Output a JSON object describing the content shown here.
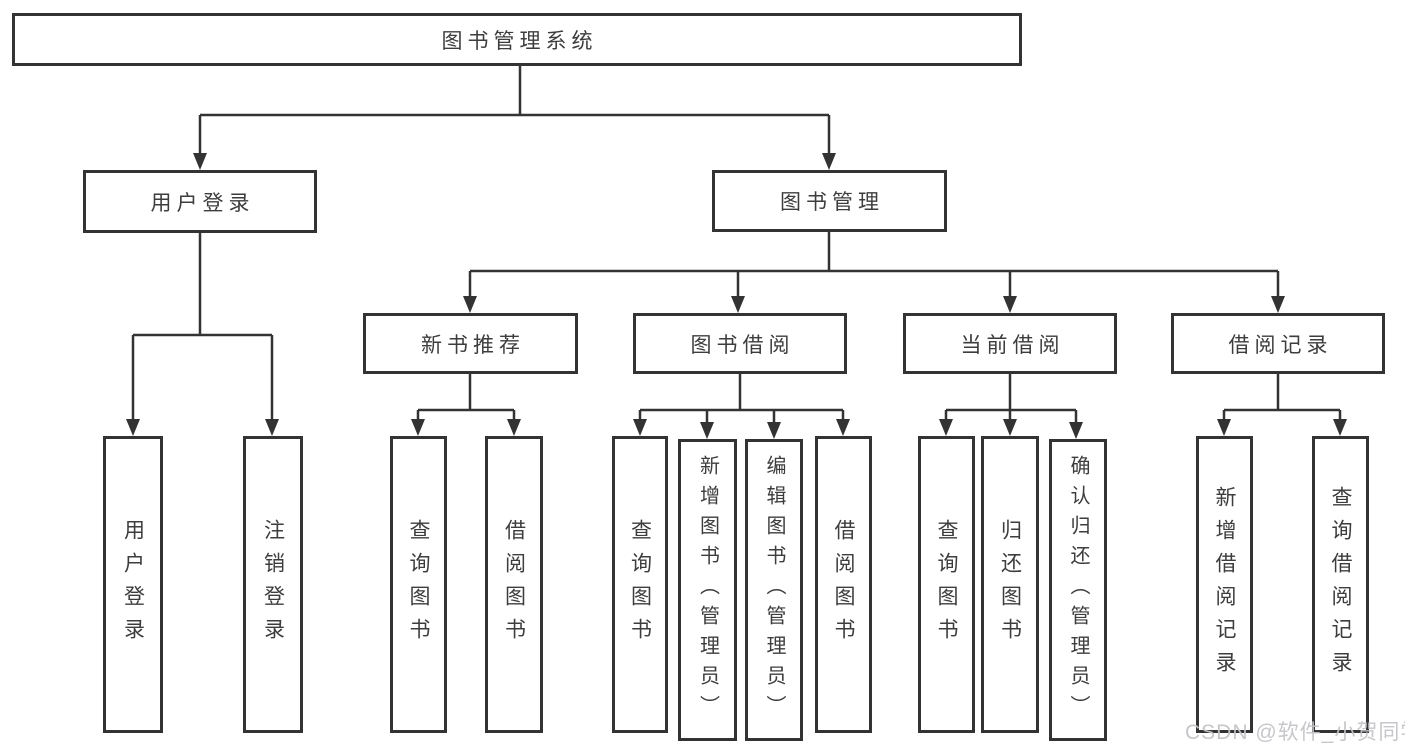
{
  "diagram": {
    "root": {
      "label": "图书管理系统"
    },
    "level2": [
      {
        "label": "用户登录"
      },
      {
        "label": "图书管理"
      }
    ],
    "level3": [
      {
        "label": "新书推荐"
      },
      {
        "label": "图书借阅"
      },
      {
        "label": "当前借阅"
      },
      {
        "label": "借阅记录"
      }
    ],
    "leaves": {
      "login": [
        {
          "label": "用户登录"
        },
        {
          "label": "注销登录"
        }
      ],
      "recommend": [
        {
          "label": "查询图书"
        },
        {
          "label": "借阅图书"
        }
      ],
      "borrow": [
        {
          "label": "查询图书"
        },
        {
          "label": "新增图书（管理员）"
        },
        {
          "label": "编辑图书（管理员）"
        },
        {
          "label": "借阅图书"
        }
      ],
      "current": [
        {
          "label": "查询图书"
        },
        {
          "label": "归还图书"
        },
        {
          "label": "确认归还（管理员）"
        }
      ],
      "records": [
        {
          "label": "新增借阅记录"
        },
        {
          "label": "查询借阅记录"
        }
      ]
    }
  },
  "watermark": {
    "text": "CSDN @软件_小贺同学"
  },
  "colors": {
    "line": "#333333",
    "text": "#3d3d3d",
    "watermark": "#c4c4c8",
    "background": "#ffffff"
  }
}
